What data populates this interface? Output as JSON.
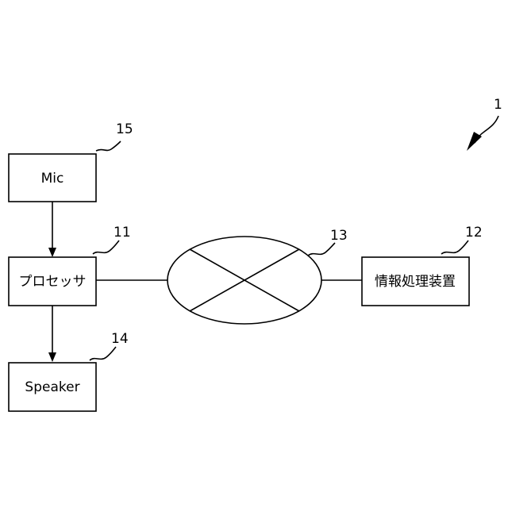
{
  "figure_ref": "1",
  "blocks": {
    "mic": {
      "label": "Mic",
      "ref": "15"
    },
    "processor": {
      "label": "プロセッサ",
      "ref": "11"
    },
    "speaker": {
      "label": "Speaker",
      "ref": "14"
    },
    "network": {
      "ref": "13"
    },
    "info_device": {
      "label": "情報処理装置",
      "ref": "12"
    }
  },
  "colors": {
    "line": "#000000",
    "background": "#ffffff"
  }
}
